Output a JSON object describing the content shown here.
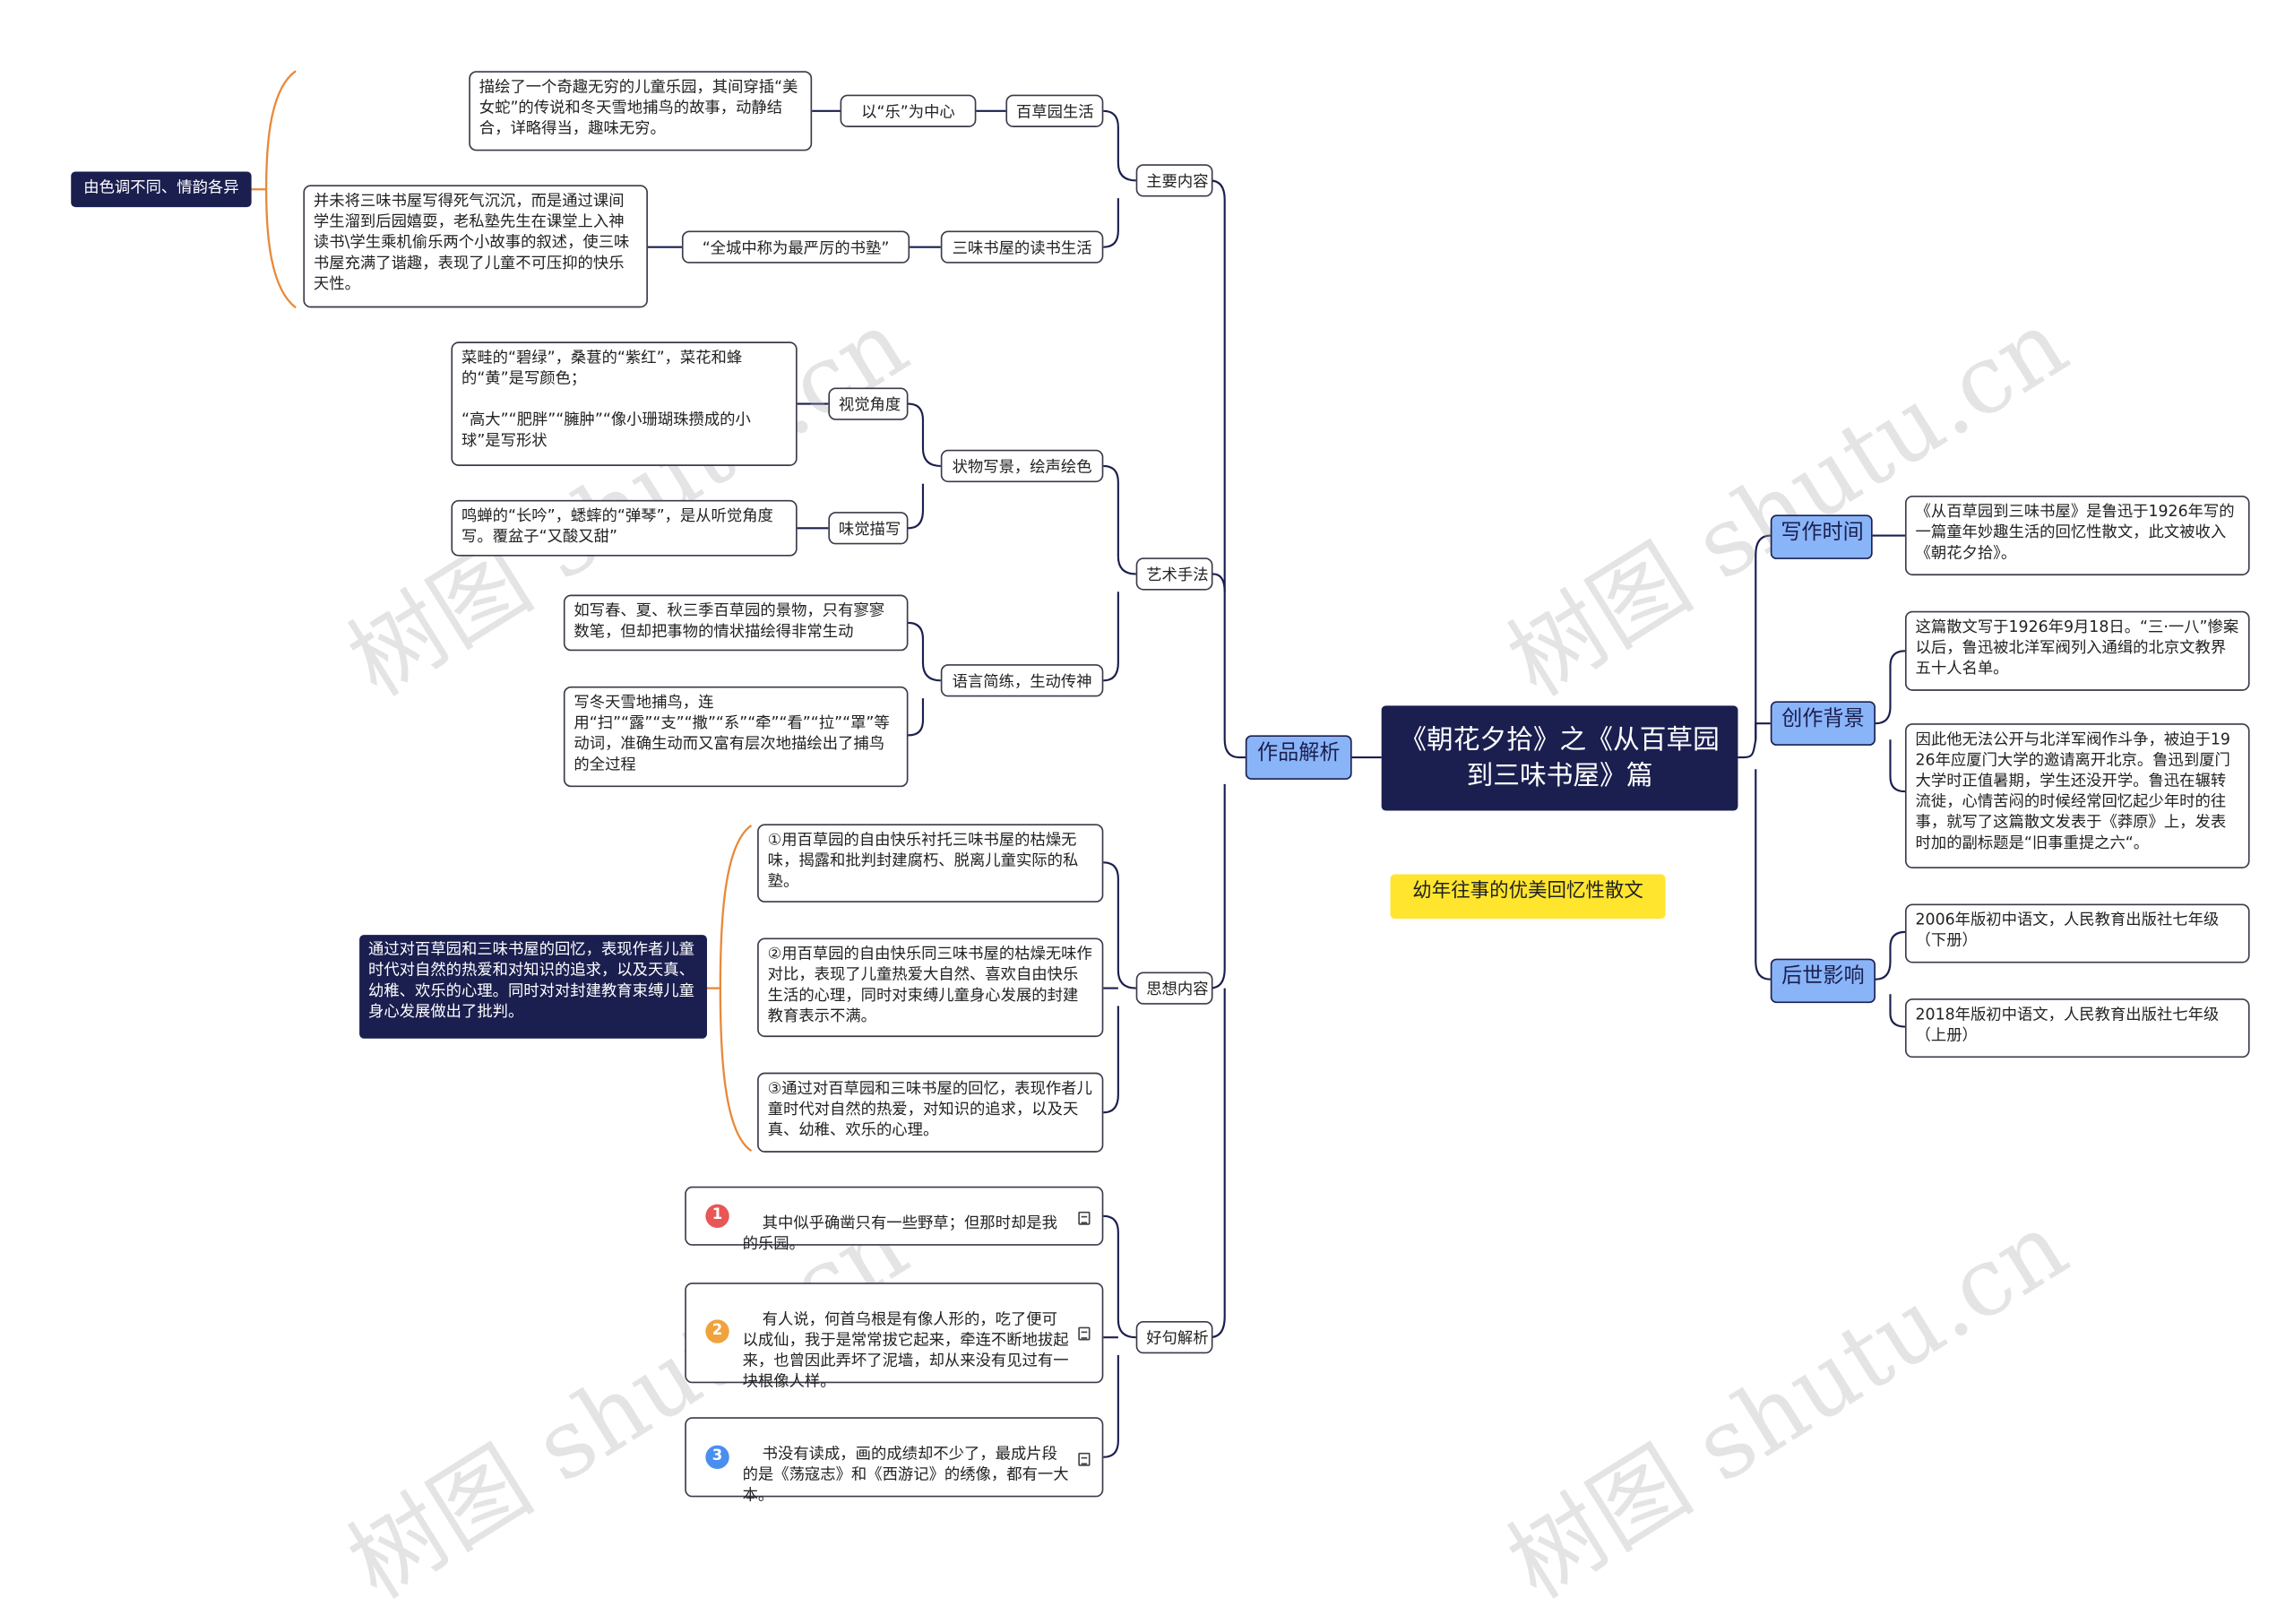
{
  "root": "《朝花夕拾》之《从百草园到三味书屋》篇",
  "subtitle": "幼年往事的优美回忆性散文",
  "left": {
    "branch": "作品解析",
    "main_content": {
      "label": "主要内容",
      "baicao": {
        "label": "百草园生活",
        "sub": "以“乐”为中心",
        "detail": "描绘了一个奇趣无穷的儿童乐园，其间穿插“美女蛇”的传说和冬天雪地捕鸟的故事，动静结合，详略得当，趣味无穷。"
      },
      "sanwei": {
        "label": "三味书屋的读书生活",
        "sub": "“全城中称为最严厉的书塾”",
        "detail": "并未将三味书屋写得死气沉沉，而是通过课间学生溜到后园嬉耍，老私塾先生在课堂上入神读书\\学生乘机偷乐两个小故事的叙述，使三味书屋充满了谐趣，表现了儿童不可压抑的快乐天性。"
      },
      "summary": "由色调不同、情韵各异"
    },
    "art": {
      "label": "艺术手法",
      "zhuangwu": {
        "label": "状物写景，绘声绘色",
        "visual": "视觉角度",
        "visual_detail": "菜畦的“碧绿”，桑葚的“紫红”，菜花和蜂的“黄”是写颜色；\n\n“高大”“肥胖”“臃肿”“像小珊瑚珠攒成的小球”是写形状",
        "taste": "味觉描写",
        "taste_detail": "鸣蝉的“长吟”，蟋蟀的“弹琴”，是从听觉角度写。覆盆子“又酸又甜”"
      },
      "yuyan": {
        "label": "语言简练，生动传神",
        "d1": "如写春、夏、秋三季百草园的景物，只有寥寥数笔，但却把事物的情状描绘得非常生动",
        "d2": "写冬天雪地捕鸟，连用“扫”“露”“支”“撒”“系”“牵”“看”“拉”“罩”等动词，准确生动而又富有层次地描绘出了捕鸟的全过程"
      }
    },
    "thought": {
      "label": "思想内容",
      "items": [
        "①用百草园的自由快乐衬托三味书屋的枯燥无味，揭露和批判封建腐朽、脱离儿童实际的私塾。",
        "②用百草园的自由快乐同三味书屋的枯燥无味作对比，表现了儿童热爱大自然、喜欢自由快乐生活的心理，同时对束缚儿童身心发展的封建教育表示不满。",
        "③通过对百草园和三味书屋的回忆，表现作者儿童时代对自然的热爱，对知识的追求，以及天真、幼稚、欢乐的心理。"
      ],
      "summary": "通过对百草园和三味书屋的回忆，表现作者儿童时代对自然的热爱和对知识的追求，以及天真、幼稚、欢乐的心理。同时对对封建教育束缚儿童身心发展做出了批判。"
    },
    "sentences": {
      "label": "好句解析",
      "items": [
        {
          "num": "1",
          "text": "其中似乎确凿只有一些野草；但那时却是我的乐园。"
        },
        {
          "num": "2",
          "text": "有人说，何首乌根是有像人形的，吃了便可以成仙，我于是常常拔它起来，牵连不断地拔起来，也曾因此弄坏了泥墙，却从来没有见过有一块根像人样。"
        },
        {
          "num": "3",
          "text": "书没有读成，画的成绩却不少了，最成片段的是《荡寇志》和《西游记》的绣像，都有一大本。"
        }
      ]
    }
  },
  "right": {
    "time": {
      "label": "写作时间",
      "detail": "《从百草园到三味书屋》是鲁迅于1926年写的一篇童年妙趣生活的回忆性散文，此文被收入《朝花夕拾》。"
    },
    "background": {
      "label": "创作背景",
      "d1": "这篇散文写于1926年9月18日。“三·一八”惨案以后，鲁迅被北洋军阀列入通缉的北京文教界五十人名单。",
      "d2": "因此他无法公开与北洋军阀作斗争，被迫于1926年应厦门大学的邀请离开北京。鲁迅到厦门大学时正值暑期，学生还没开学。鲁迅在辗转流徙，心情苦闷的时候经常回忆起少年时的往事，就写了这篇散文发表于《莽原》上，发表时加的副标题是“旧事重提之六“。"
    },
    "influence": {
      "label": "后世影响",
      "d1": "2006年版初中语文，人民教育出版社七年级（下册）",
      "d2": "2018年版初中语文，人民教育出版社七年级（上册）"
    }
  },
  "watermark": "树图 shutu.cn",
  "colors": {
    "dark": "#1b1f4f",
    "blue": "#8ab4f8",
    "yellow": "#ffe52e",
    "orange": "#e8893a",
    "red": "#e95656",
    "amber": "#f0a33c",
    "blue_badge": "#4a8ef0"
  }
}
